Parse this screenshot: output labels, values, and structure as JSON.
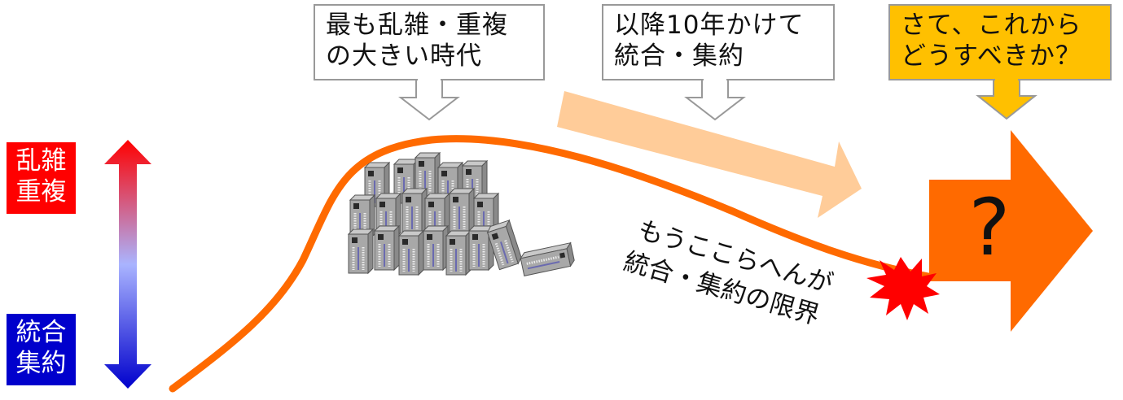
{
  "axis_labels": {
    "top": [
      "乱雑",
      "重複"
    ],
    "bottom": [
      "統合",
      "集約"
    ]
  },
  "callouts": [
    {
      "lines": [
        "最も乱雑・重複",
        "の大きい時代"
      ]
    },
    {
      "lines": [
        "以降10年かけて",
        "統合・集約"
      ]
    },
    {
      "lines": [
        "さて、これから",
        "どうすべきか？"
      ]
    }
  ],
  "annotation": [
    "もうここらへんが",
    "統合・集約の限界"
  ],
  "future_symbol": "?",
  "colors": {
    "top_label": "#ff0000",
    "bottom_label": "#0000cc",
    "curve": "#ff6a00",
    "trend_arrow": "#ffcc99",
    "future_arrow": "#ff6a00",
    "highlight_callout": "#ffc000",
    "burst": "#ff0000"
  },
  "icons": [
    "server-cluster-icon",
    "burst-icon"
  ]
}
